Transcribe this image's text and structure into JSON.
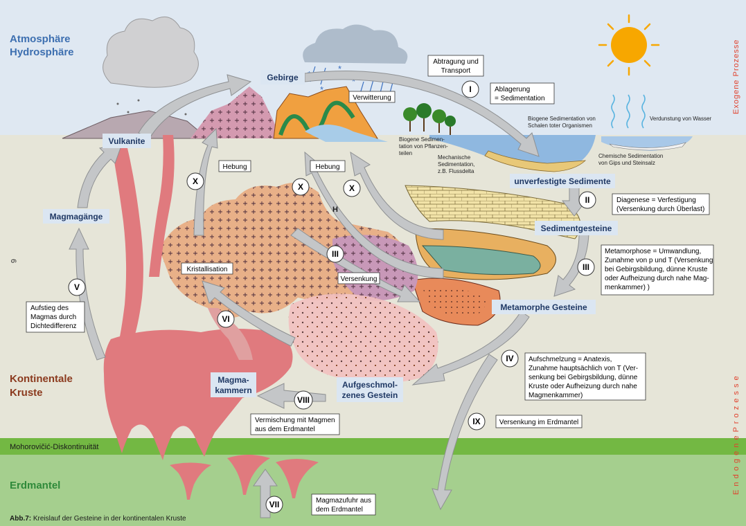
{
  "zones": {
    "atmosphere": "Atmosphäre",
    "hydrosphere": "Hydrosphäre",
    "crust_line1": "Kontinentale",
    "crust_line2": "Kruste",
    "moho": "Mohorovičić-Diskontinuität",
    "mantle": "Erdmantel"
  },
  "side_labels": {
    "exogen": "Exogene Prozesse",
    "endogen": "E n d o g e n e   P r o z e s s e"
  },
  "page_number": "6",
  "caption": {
    "prefix": "Abb.7:",
    "text": " Kreislauf der Gesteine in der kontinentalen Kruste"
  },
  "nodes": {
    "gebirge": "Gebirge",
    "vulkanite": "Vulkanite",
    "magmagaenge": "Magmagänge",
    "unverfestigte": "unverfestigte Sedimente",
    "sedimentgesteine": "Sedimentgesteine",
    "metamorphe": "Metamorphe Gesteine",
    "aufgeschmolzen_1": "Aufgeschmol-",
    "aufgeschmolzen_2": "zenes Gestein",
    "magmakammer_1": "Magma-",
    "magmakammer_2": "kammern"
  },
  "notes": {
    "abtragung_1": "Abtragung und",
    "abtragung_2": "Transport",
    "ablagerung_1": "Ablagerung",
    "ablagerung_2": "= Sedimentation",
    "verwitterung": "Verwitterung",
    "hebung_left": "Hebung",
    "hebung_right": "Hebung",
    "kristallisation": "Kristallisation",
    "versenkung": "Versenkung",
    "diagenese_1": "Diagenese = Verfestigung",
    "diagenese_2": "(Versenkung durch Überlast)",
    "metamorphose_1": "Metamorphose = Umwandlung,",
    "metamorphose_2": "Zunahme von p und T (Versenkung",
    "metamorphose_3": "bei Gebirgsbildung, dünne Kruste",
    "metamorphose_4": "oder Aufheizung durch nahe Mag-",
    "metamorphose_5": "menkammer) )",
    "aufschmelzung_1": "Aufschmelzung = Anatexis,",
    "aufschmelzung_2": "Zunahme hauptsächlich von T (Ver-",
    "aufschmelzung_3": "senkung bei Gebirgsbildung, dünne",
    "aufschmelzung_4": "Kruste oder Aufheizung durch nahe",
    "aufschmelzung_5": "Magmenkammer)",
    "versenkung_mantel": "Versenkung im Erdmantel",
    "vermischung_1": "Vermischung mit Magmen",
    "vermischung_2": "aus dem Erdmantel",
    "magmazufuhr_1": "Magmazufuhr aus",
    "magmazufuhr_2": "dem Erdmantel",
    "aufstieg_1": "Aufstieg des",
    "aufstieg_2": "Magmas durch",
    "aufstieg_3": "Dichtedifferenz"
  },
  "small_labels": {
    "biogen_muscheln_1": "Biogene Sedimentation von",
    "biogen_muscheln_2": "Schalen toter Organismen",
    "verdunstung": "Verdunstung von Wasser",
    "biogen_pflanzen_1": "Biogene Sedimen-",
    "biogen_pflanzen_2": "tation von Pflanzen-",
    "biogen_pflanzen_3": "teilen",
    "mechanisch_1": "Mechanische",
    "mechanisch_2": "Sedimentation,",
    "mechanisch_3": "z.B. Flussdelta",
    "chemisch_1": "Chemische Sedimentation",
    "chemisch_2": "von Gips und Steinsalz",
    "h_mark": "H"
  },
  "roman": {
    "I": "I",
    "II": "II",
    "III_a": "III",
    "III_b": "III",
    "IV": "IV",
    "V": "V",
    "VI": "VI",
    "VII": "VII",
    "VIII": "VIII",
    "IX": "IX",
    "X_a": "X",
    "X_b": "X",
    "X_c": "X"
  },
  "colors": {
    "sky": "#dfe8f2",
    "crust": "#e6e5d8",
    "moho": "#73b843",
    "mantle": "#a5cf8e",
    "magma": "#e07a7e",
    "node_fill": "#dbe6f2",
    "node_text": "#1f3864",
    "arrow": "#c4c6c8",
    "zone_blue": "#3d6fb0",
    "zone_brown": "#8b3a1e",
    "zone_green": "#2f8a3a",
    "side_red": "#e0402c",
    "sea": "#8fb8e0"
  }
}
